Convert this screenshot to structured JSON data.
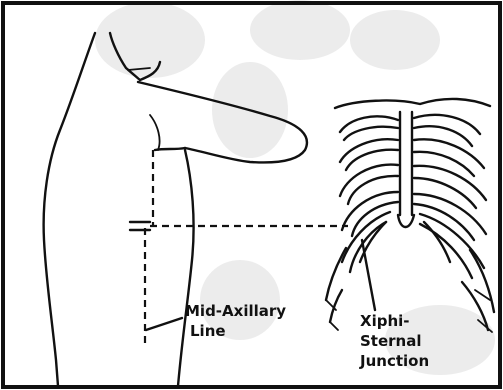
{
  "labels": {
    "mid_axillary_line": [
      "Mid-Axillary",
      "Line"
    ],
    "xiphisternal_junction": [
      "Xiphi-",
      "Sternal",
      "Junction"
    ]
  },
  "colors": {
    "ink": "#111111",
    "background": "#ffffff",
    "watermark": "#b9b9b9"
  }
}
